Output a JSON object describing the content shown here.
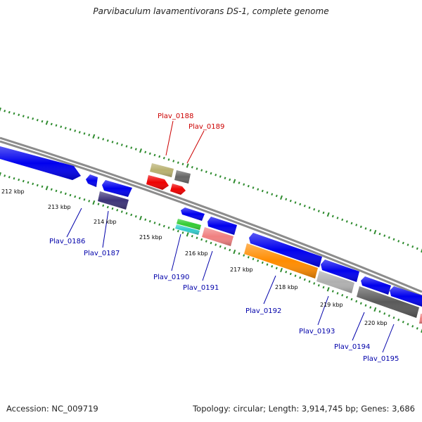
{
  "title": "Parvibaculum lavamentivorans DS-1, complete genome",
  "footer": {
    "accession": "Accession: NC_009719",
    "summary": "Topology: circular; Length: 3,914,745 bp; Genes: 3,686"
  },
  "colors": {
    "backbone": "#8c8c8c",
    "tick": "#2e8b2e",
    "label_forward": "#cc0000",
    "label_reverse": "#0000aa",
    "kbp_label": "#000000"
  },
  "kbp_labels": [
    "212 kbp",
    "213 kbp",
    "214 kbp",
    "215 kbp",
    "216 kbp",
    "217 kbp",
    "218 kbp",
    "219 kbp",
    "220 kbp"
  ],
  "forward_labels": [
    "Plav_0188",
    "Plav_0189"
  ],
  "reverse_labels": [
    "Plav_0186",
    "Plav_0187",
    "Plav_0190",
    "Plav_0191",
    "Plav_0192",
    "Plav_0193",
    "Plav_0194",
    "Plav_0195"
  ],
  "features": [
    {
      "id": "f1",
      "color": "#0000ee",
      "kind": "arrow-right",
      "label": ""
    },
    {
      "id": "f2",
      "color": "#0000ee",
      "kind": "arrow-left",
      "label": ""
    },
    {
      "id": "f3",
      "color": "#0000ee",
      "kind": "arrow-left",
      "label": ""
    },
    {
      "id": "f4",
      "color": "#3c3278",
      "kind": "box",
      "label": "Plav_0187"
    },
    {
      "id": "f5",
      "color": "#b8b070",
      "kind": "box",
      "label": "Plav_0188"
    },
    {
      "id": "f6",
      "color": "#666666",
      "kind": "box",
      "label": "Plav_0189"
    },
    {
      "id": "f7",
      "color": "#ee0000",
      "kind": "arrow-right",
      "label": ""
    },
    {
      "id": "f8",
      "color": "#ee0000",
      "kind": "arrow-right",
      "label": ""
    },
    {
      "id": "f9",
      "color": "#0000ee",
      "kind": "arrow-left",
      "label": ""
    },
    {
      "id": "f10",
      "color": "#33cc33",
      "kind": "box",
      "label": "Plav_0190"
    },
    {
      "id": "f11",
      "color": "#33cccc",
      "kind": "box",
      "label": "Plav_0190"
    },
    {
      "id": "f12",
      "color": "#0000ee",
      "kind": "arrow-left",
      "label": ""
    },
    {
      "id": "f13",
      "color": "#f08080",
      "kind": "box",
      "label": "Plav_0191"
    },
    {
      "id": "f14",
      "color": "#0000ee",
      "kind": "arrow-left",
      "label": ""
    },
    {
      "id": "f15",
      "color": "#ff8c00",
      "kind": "box",
      "label": "Plav_0192"
    },
    {
      "id": "f16",
      "color": "#0000ee",
      "kind": "arrow-left",
      "label": ""
    },
    {
      "id": "f17",
      "color": "#b0b0b0",
      "kind": "box",
      "label": "Plav_0193"
    },
    {
      "id": "f18",
      "color": "#0000ee",
      "kind": "arrow-left",
      "label": ""
    },
    {
      "id": "f19",
      "color": "#5a5a5a",
      "kind": "box",
      "label": "Plav_0194"
    },
    {
      "id": "f20",
      "color": "#0000ee",
      "kind": "arrow-left",
      "label": ""
    },
    {
      "id": "f21",
      "color": "#f08080",
      "kind": "box",
      "label": "Plav_0195"
    }
  ]
}
